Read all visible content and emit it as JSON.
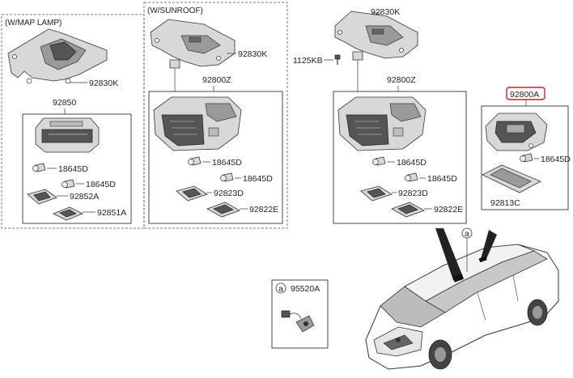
{
  "groups": {
    "map_lamp_title": "(W/MAP LAMP)",
    "sunroof_title": "(W/SUNROOF)"
  },
  "parts": {
    "p92830k_a": "92830K",
    "p92850": "92850",
    "p18645d_a1": "18645D",
    "p18645d_a2": "18645D",
    "p92852a": "92852A",
    "p92851a": "92851A",
    "p92830k_b": "92830K",
    "p92800z_b": "92800Z",
    "p18645d_b1": "18645D",
    "p18645d_b2": "18645D",
    "p92823d_b": "92823D",
    "p92822e_b": "92822E",
    "p92830k_c": "92830K",
    "p1125kb": "1125KB",
    "p92800z_c": "92800Z",
    "p18645d_c1": "18645D",
    "p18645d_c2": "18645D",
    "p92823d_c": "92823D",
    "p92822e_c": "92822E",
    "p92800a": "92800A",
    "p18645d_d": "18645D",
    "p92813c": "92813C",
    "p95520a": "95520A"
  },
  "callout": {
    "circle_a": "a",
    "circle_a2": "a"
  },
  "colors": {
    "highlight": "#cc2222"
  }
}
